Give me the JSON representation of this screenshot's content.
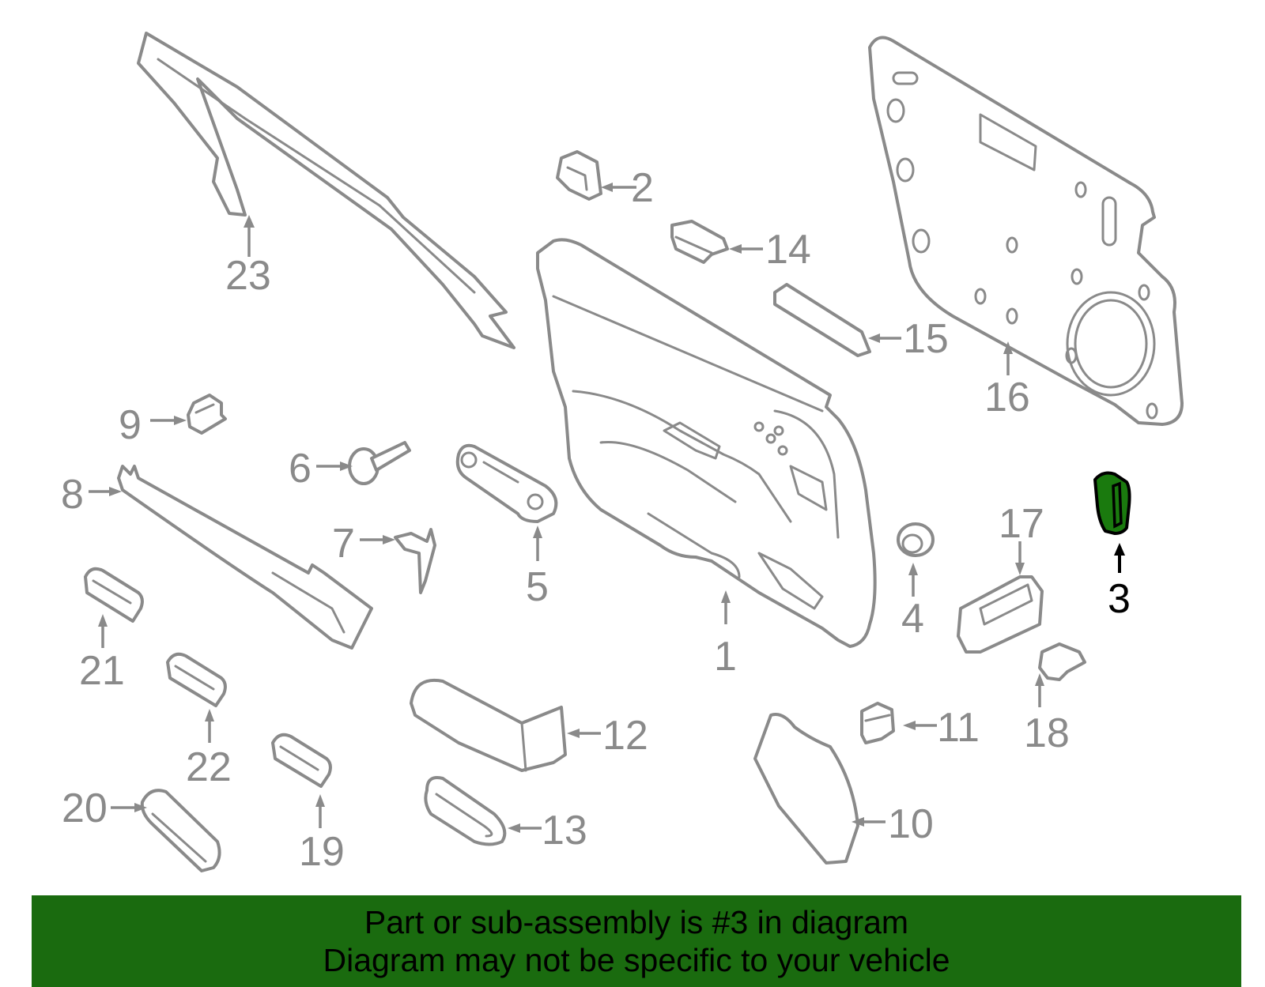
{
  "callouts": {
    "c1": "1",
    "c2": "2",
    "c3": "3",
    "c4": "4",
    "c5": "5",
    "c6": "6",
    "c7": "7",
    "c8": "8",
    "c9": "9",
    "c10": "10",
    "c11": "11",
    "c12": "12",
    "c13": "13",
    "c14": "14",
    "c15": "15",
    "c16": "16",
    "c17": "17",
    "c18": "18",
    "c19": "19",
    "c20": "20",
    "c21": "21",
    "c22": "22",
    "c23": "23"
  },
  "highlighted_part": "3",
  "colors": {
    "highlight_fill": "#1a7a0e",
    "banner_background": "#1a6b0f",
    "line_gray": "#8a8a8a"
  },
  "banner": {
    "line1": "Part or sub-assembly is #3 in diagram",
    "line2": "Diagram may not be specific to your vehicle"
  }
}
